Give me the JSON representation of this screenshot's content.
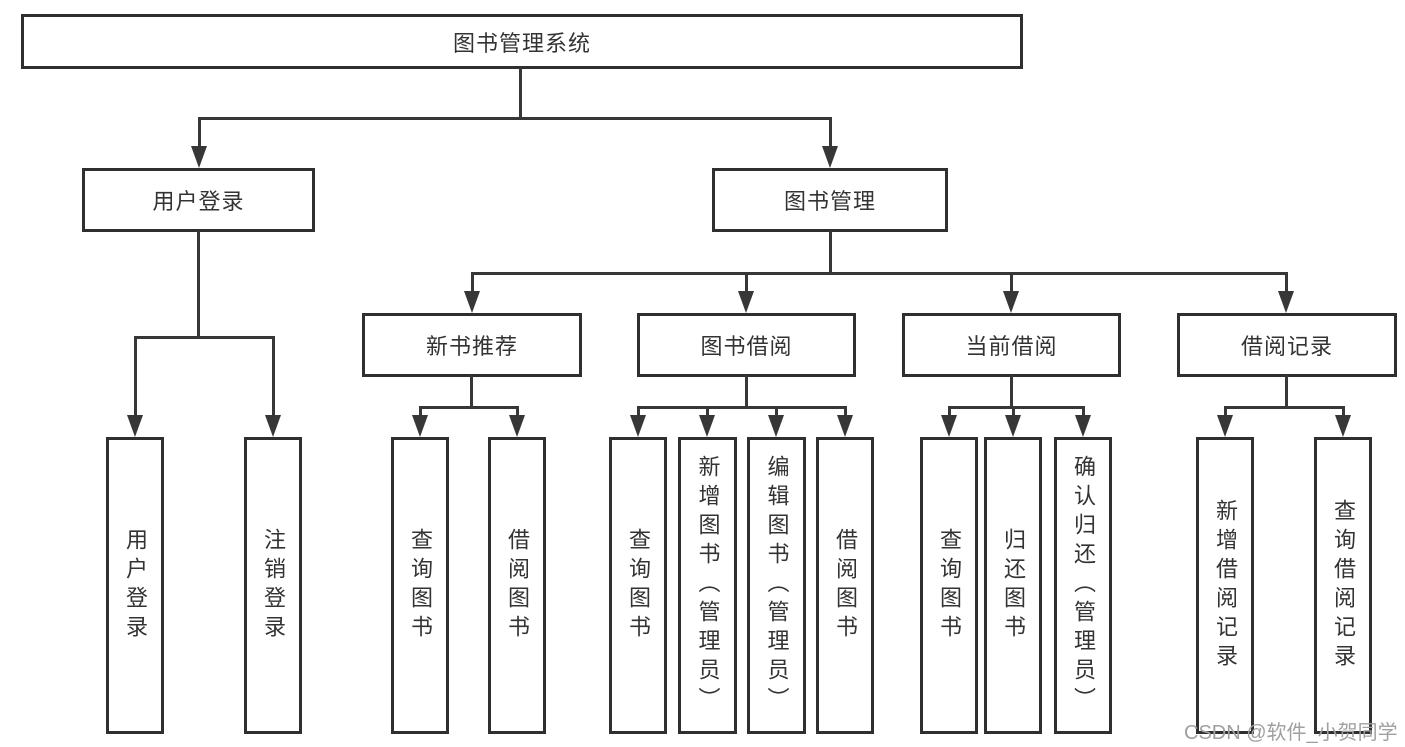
{
  "diagram": {
    "type": "hierarchy",
    "tree": {
      "label": "图书管理系统",
      "children": [
        {
          "label": "用户登录",
          "children": [
            {
              "label": "用户登录"
            },
            {
              "label": "注销登录"
            }
          ]
        },
        {
          "label": "图书管理",
          "children": [
            {
              "label": "新书推荐",
              "children": [
                {
                  "label": "查询图书"
                },
                {
                  "label": "借阅图书"
                }
              ]
            },
            {
              "label": "图书借阅",
              "children": [
                {
                  "label": "查询图书"
                },
                {
                  "label": "新增图书（管理员）"
                },
                {
                  "label": "编辑图书（管理员）"
                },
                {
                  "label": "借阅图书"
                }
              ]
            },
            {
              "label": "当前借阅",
              "children": [
                {
                  "label": "查询图书"
                },
                {
                  "label": "归还图书"
                },
                {
                  "label": "确认归还（管理员）"
                }
              ]
            },
            {
              "label": "借阅记录",
              "children": [
                {
                  "label": "新增借阅记录"
                },
                {
                  "label": "查询借阅记录"
                }
              ]
            }
          ]
        }
      ]
    },
    "colors": {
      "background": "#ffffff",
      "line": "#373737",
      "box_border": "#2f2f2f",
      "text": "#333333",
      "watermark": "#a0a0a0"
    }
  },
  "watermark": {
    "text": "CSDN @软件_小贺同学"
  }
}
